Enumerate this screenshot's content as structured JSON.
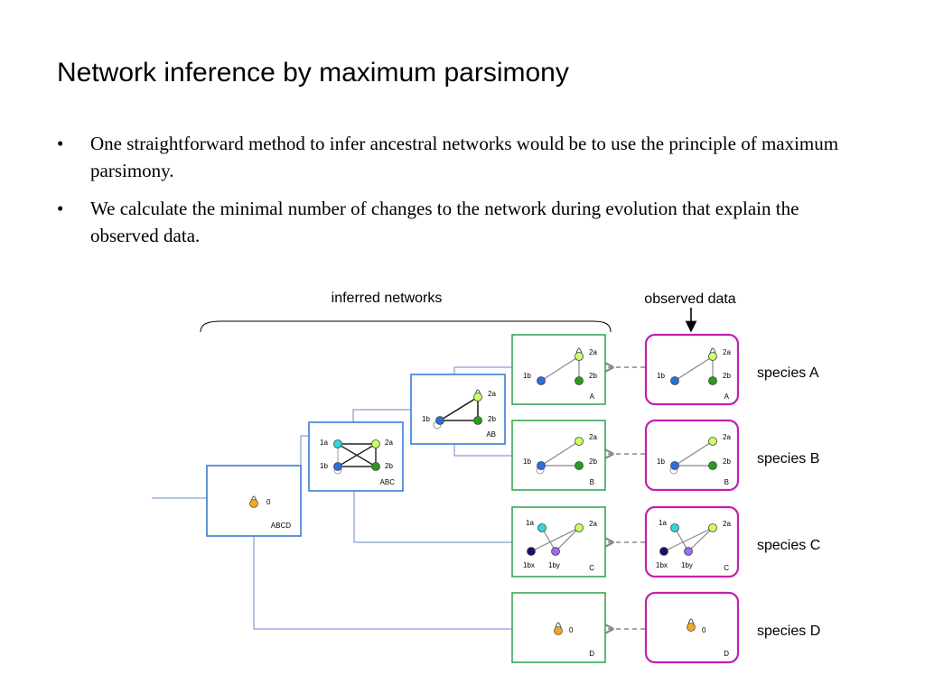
{
  "slide": {
    "title": "Network inference by maximum parsimony",
    "bullets": [
      "One straightforward method to infer ancestral networks would be to use the principle of maximum parsimony.",
      "We calculate the minimal number of changes to the network during evolution that explain the observed data."
    ],
    "bullet_glyph": "•"
  },
  "diagram": {
    "inferred_label": "inferred networks",
    "observed_label": "observed data",
    "boxes": {
      "abcd": {
        "name": "ABCD",
        "nodes": [
          "0"
        ]
      },
      "abc": {
        "name": "ABC",
        "nodes": [
          "1a",
          "2a",
          "1b",
          "2b"
        ]
      },
      "ab": {
        "name": "AB",
        "nodes": [
          "2a",
          "1b",
          "2b"
        ]
      },
      "a": {
        "name": "A",
        "nodes": [
          "2a",
          "1b",
          "2b"
        ]
      },
      "b": {
        "name": "B",
        "nodes": [
          "2a",
          "1b",
          "2b"
        ]
      },
      "c": {
        "name": "C",
        "nodes": [
          "1a",
          "2a",
          "1bx",
          "1by"
        ]
      },
      "d": {
        "name": "D",
        "nodes": [
          "0"
        ]
      }
    },
    "observed": {
      "a": {
        "name": "A",
        "nodes": [
          "2a",
          "1b",
          "2b"
        ]
      },
      "b": {
        "name": "B",
        "nodes": [
          "2a",
          "1b",
          "2b"
        ]
      },
      "c": {
        "name": "C",
        "nodes": [
          "1a",
          "2a",
          "1bx",
          "1by"
        ]
      },
      "d": {
        "name": "D",
        "nodes": [
          "0"
        ]
      }
    },
    "species": [
      "species A",
      "species B",
      "species C",
      "species D"
    ],
    "colors": {
      "inferred_border": "#3a7bd5",
      "leaf_border": "#3aa655",
      "observed_border": "#c21fb0",
      "tree_line": "#6b86c9",
      "dash": "#888888",
      "node_1a": "#33d6d6",
      "node_2a": "#ccff66",
      "node_1b": "#2a6fdb",
      "node_2b": "#2a9a1e",
      "node_1bx": "#1a0f6e",
      "node_1by": "#9b6cf0",
      "node_0": "#f5a623"
    }
  }
}
